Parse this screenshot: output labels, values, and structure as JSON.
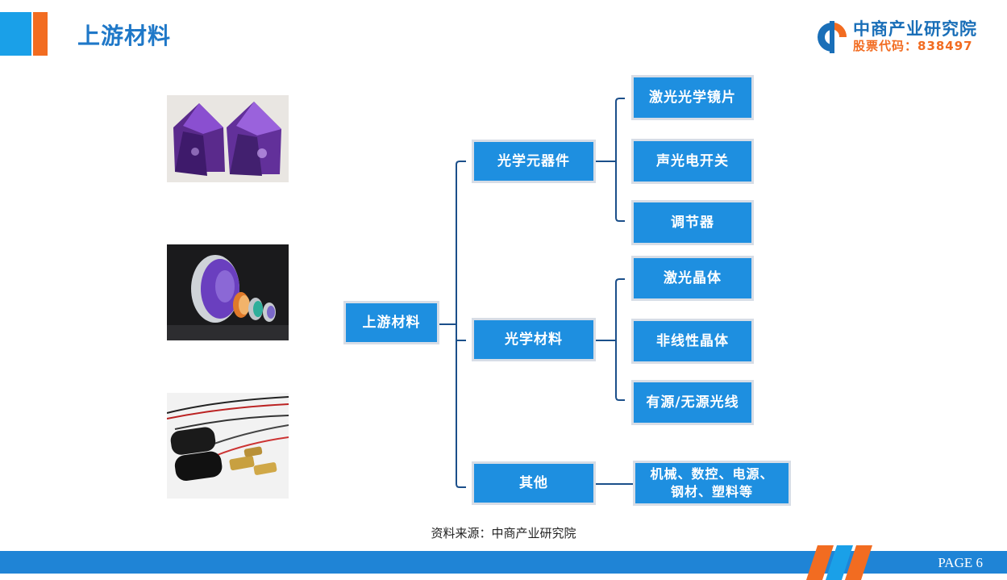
{
  "header": {
    "title": "上游材料",
    "logo_name": "中商产业研究院",
    "logo_code": "股票代码：838497"
  },
  "diagram": {
    "root": "上游材料",
    "branches": [
      {
        "label": "光学元器件",
        "children": [
          "激光光学镜片",
          "声光电开关",
          "调节器"
        ]
      },
      {
        "label": "光学材料",
        "children": [
          "激光晶体",
          "非线性晶体",
          "有源/无源光线"
        ]
      },
      {
        "label": "其他",
        "children": [
          "机械、数控、电源、",
          "钢材、塑料等"
        ]
      }
    ]
  },
  "images": [
    {
      "icon": "purple-crystals-photo"
    },
    {
      "icon": "optical-lenses-photo"
    },
    {
      "icon": "laser-diode-modules-photo"
    }
  ],
  "source_note": "资料来源：中商产业研究院",
  "footer": {
    "page_label": "PAGE 6"
  },
  "colors": {
    "box": "#1e8fe0",
    "title": "#1f78c8",
    "accent_orange": "#f26c21",
    "connector": "#1b4f8a",
    "footer": "#1f84d6"
  }
}
